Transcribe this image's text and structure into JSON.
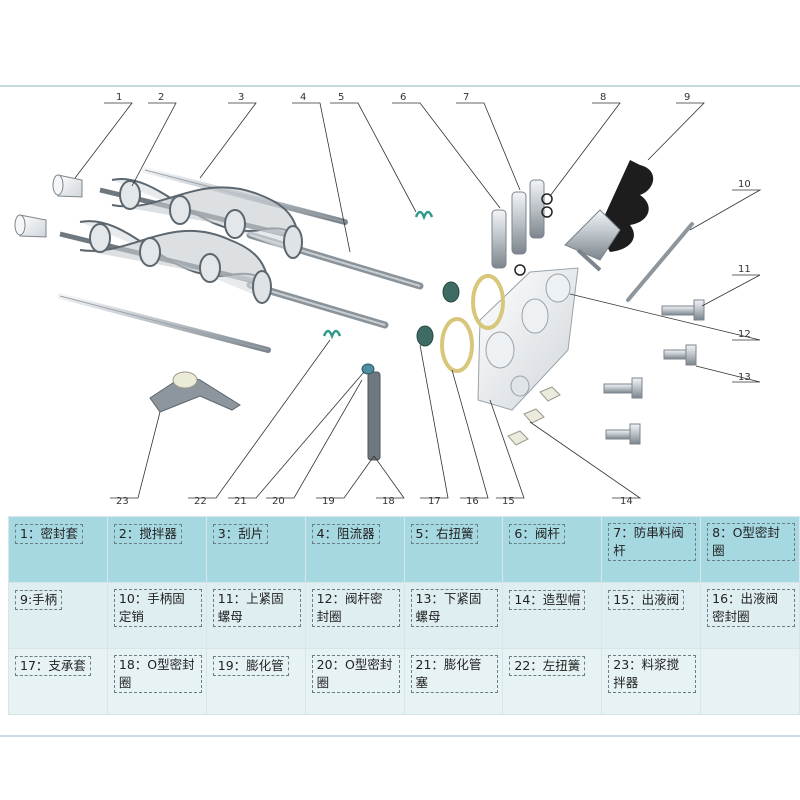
{
  "diagram": {
    "callouts": [
      "1",
      "2",
      "3",
      "4",
      "5",
      "6",
      "7",
      "8",
      "9",
      "10",
      "11",
      "12",
      "13",
      "14",
      "15",
      "16",
      "17",
      "18",
      "19",
      "20",
      "21",
      "22",
      "23"
    ]
  },
  "parts": [
    [
      "1：密封套",
      "2：搅拌器",
      "3：刮片",
      "4：阻流器",
      "5：右扭簧",
      "6：阀杆",
      "7：防串料阀杆",
      "8：O型密封圈"
    ],
    [
      "9:手柄",
      "10：手柄固定销",
      "11：上紧固螺母",
      "12：阀杆密封圈",
      "13：下紧固螺母",
      "14：造型帽",
      "15：出液阀",
      "16：出液阀密封圈"
    ],
    [
      "17：支承套",
      "18：O型密封圈",
      "19：膨化管",
      "20：O型密封圈",
      "21：膨化管塞",
      "22：左扭簧",
      "23：料浆搅拌器",
      ""
    ]
  ],
  "colors": {
    "header_row": "#a6d8e2",
    "row": "#dfeef1",
    "part_dark": "#1d1d1d",
    "part_light": "#e9ecee",
    "spring": "#2e9a8a",
    "ring": "#d8c77a"
  }
}
